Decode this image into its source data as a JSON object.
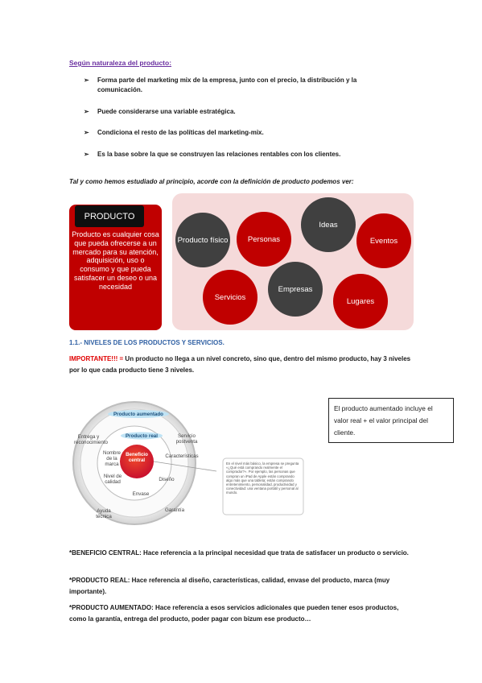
{
  "heading": "Según naturaleza del producto:",
  "bullets": [
    "Forma parte del marketing mix de la empresa, junto con el precio, la distribución y la comunicación.",
    "Puede considerarse una variable estratégica.",
    "Condiciona el resto de las políticas del marketing-mix.",
    "Es la base sobre la que se construyen las relaciones rentables con los clientes."
  ],
  "bullet_symbol": "➢",
  "intro": "Tal y como hemos estudiado al principio, acorde con la definición de producto podemos ver:",
  "producto": {
    "title": "PRODUCTO",
    "description": "Producto es cualquier cosa que pueda ofrecerse a un mercado para su atención, adquisición, uso o consumo y que pueda satisfacer un deseo o una necesidad"
  },
  "circles": {
    "producto_fisico": "Producto físico",
    "personas": "Personas",
    "ideas": "Ideas",
    "eventos": "Eventos",
    "servicios": "Servicios",
    "empresas": "Empresas",
    "lugares": "Lugares"
  },
  "section": "1.1.- NIVELES DE LOS PRODUCTOS Y SERVICIOS.",
  "important": {
    "label": "IMPORTANTE!!! =",
    "text": " Un producto no llega a un nivel concreto, sino que, dentro del mismo producto, hay 3 niveles por lo que cada producto tiene 3 niveles."
  },
  "diagram": {
    "aumentado": "Producto aumentado",
    "real": "Producto real",
    "beneficio": "Beneficio central",
    "entrega": "Entrega y reconocimiento",
    "servicio": "Servicio postventa",
    "nombre": "Nombre de la marca",
    "caracteristicas": "Características",
    "nivel": "Nivel de calidad",
    "diseno": "Diseño",
    "envase": "Envase",
    "garantia": "Garantía",
    "ayuda": "Ayuda técnica",
    "callout": "En el nivel más básico, la empresa se pregunta «¿Qué está comprando realmente el comprador?». Por ejemplo, las personas que compran un iPad de Apple están comprando algo más que una tableta; están comprando entretenimiento, personalidad, productividad y conectividad: una ventana portátil y personal al mundo."
  },
  "note": "El producto aumentado incluye el valor real + el valor principal del cliente.",
  "definitions": [
    "*BENEFICIO CENTRAL: Hace referencia a la principal necesidad que trata de satisfacer un producto o servicio.",
    "*PRODUCTO REAL: Hace referencia al diseño, características, calidad, envase del producto, marca (muy importante).",
    "*PRODUCTO AUMENTADO: Hace referencia a esos servicios adicionales que pueden tener esos productos, como la garantía, entrega del producto, poder pagar con bizum ese producto…"
  ],
  "colors": {
    "accent_red": "#c00000",
    "dark_gray": "#404040",
    "pink_bg": "#f5dada",
    "heading_purple": "#6a2fa0",
    "section_blue": "#2e5fa3"
  }
}
